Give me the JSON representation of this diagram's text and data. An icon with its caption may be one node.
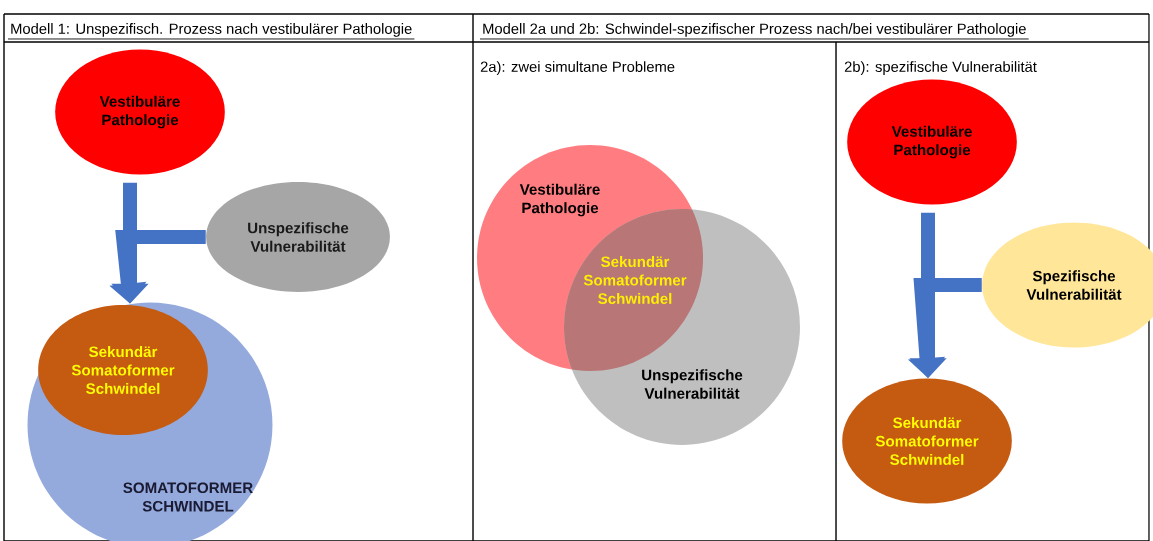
{
  "diagram": {
    "nodes": [
      {
        "text": [
          "Vestibuläre Pathologie"
        ]
      },
      {
        "text": [
          "Unspezifische Vulnerabilität"
        ]
      },
      {
        "text": [
          "SOMATOFORMER SCHWINDEL"
        ]
      },
      {
        "text": [
          "Sekundär Somatoformer Schwindel"
        ],
        "in": 2
      },
      {
        "text": [
          "Vestibuläre Pathologie"
        ]
      },
      {
        "text": [
          "Unspezifische Vulnerabilität"
        ]
      },
      {
        "text": [
          "Vestibuläre Pathologie"
        ]
      },
      {
        "text": [
          "Spezifische Vulnerabilität"
        ]
      },
      {
        "text": [
          "Sekundär Somatoformer Schwindel"
        ]
      }
    ],
    "edges": [
      {
        "from": 0,
        "to": 2,
        "arrow": "to"
      },
      {
        "from": 1,
        "to": 2,
        "arrow": "to"
      },
      {
        "from": 6,
        "to": 8,
        "arrow": "to"
      },
      {
        "from": 7,
        "to": 8,
        "arrow": "to"
      }
    ],
    "labels": [
      "Modell 1: Unspezifisch. Prozess nach vestibulärer Pathologie",
      "Modell 2a und 2b: Schwindel-spezifischer Prozess nach/bei vestibulärer Pathologie",
      "2a): zwei simultane Probleme",
      "2b): spezifische Vulnerabilität",
      "Sekundär Somatoformer Schwindel"
    ]
  }
}
